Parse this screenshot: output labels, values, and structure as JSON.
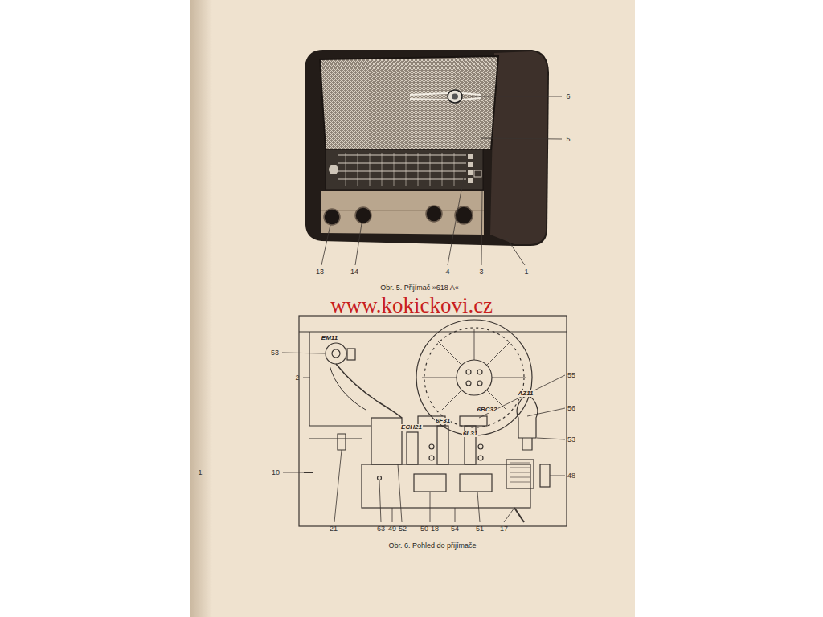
{
  "diagram": {
    "labels": [
      "6",
      "5",
      "13",
      "14",
      "4",
      "3",
      "1",
      "Obr. 5. Přijímač »618 A«",
      "www.kokickovi.cz",
      "EM11",
      "53",
      "2",
      "55",
      "6BC32",
      "56",
      "AZ11",
      "53",
      "ECH21",
      "6F31",
      "6L31",
      "1",
      "10",
      "48",
      "21",
      "63",
      "49",
      "52",
      "50",
      "18",
      "54",
      "51",
      "17",
      "Obr. 6. Pohled do přijímače"
    ]
  }
}
